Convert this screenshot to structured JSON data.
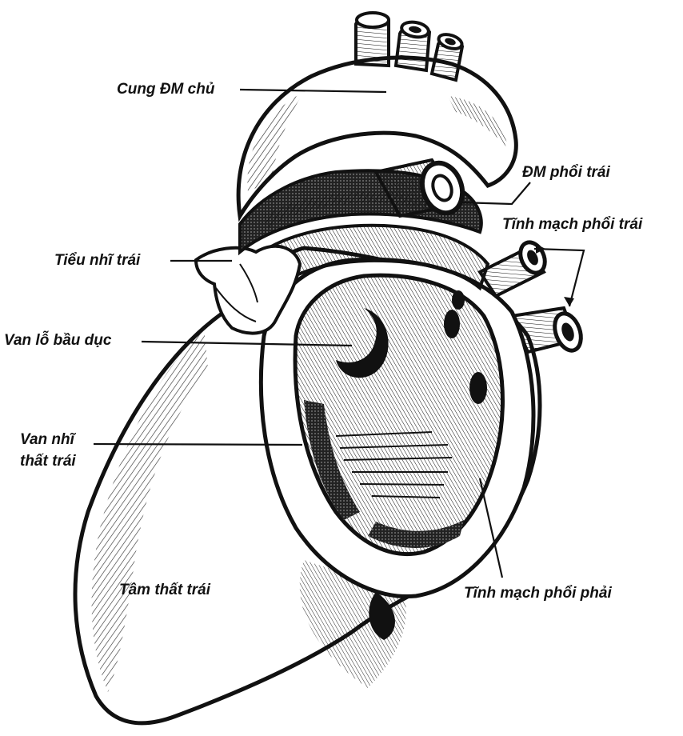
{
  "colors": {
    "ink": "#111111",
    "paper": "#ffffff",
    "shade": "#444444"
  },
  "labels": {
    "aortic_arch": "Cung ĐM chủ",
    "left_pulmonary_artery": "ĐM phổi trái",
    "left_pulmonary_veins": "Tĩnh mạch phổi trái",
    "left_auricle": "Tiểu nhĩ trái",
    "foramen_ovale_valve": "Van lỗ bầu dục",
    "mitral_valve_line1": "Van nhĩ",
    "mitral_valve_line2": "thất trái",
    "left_ventricle": "Tâm thất trái",
    "right_pulmonary_veins": "Tĩnh mạch phổi phải"
  }
}
